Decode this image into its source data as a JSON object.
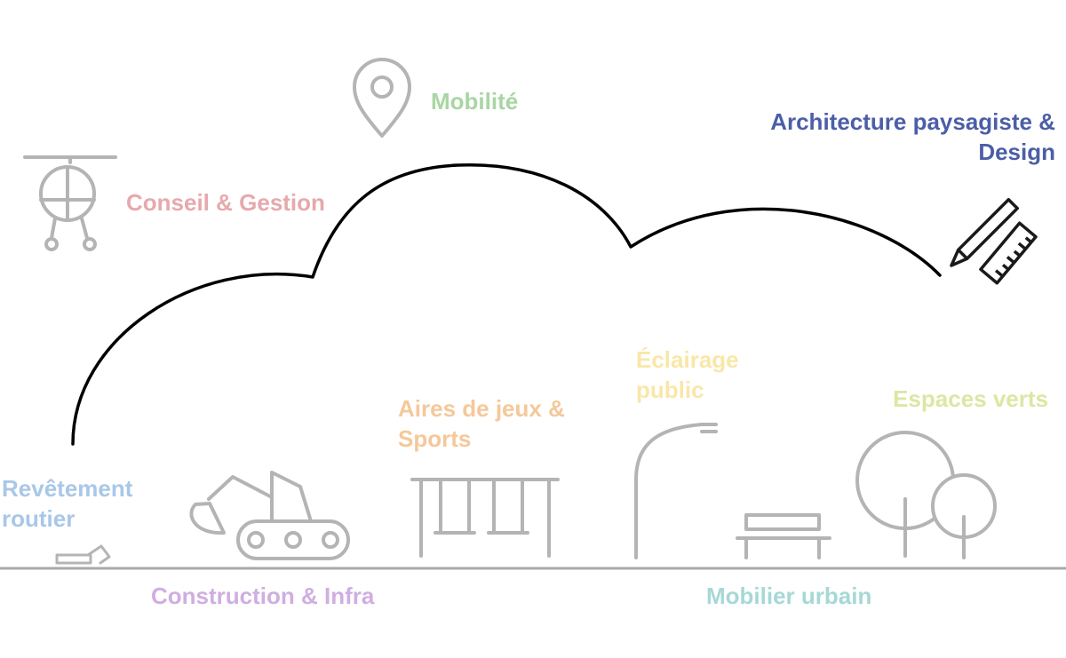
{
  "colors": {
    "outline": "#000000",
    "icon_gray": "#b4b4b4",
    "ground": "#aaaaaa"
  },
  "categories": [
    {
      "id": "conseil",
      "lines": [
        "Conseil & Gestion"
      ],
      "color": "#e6a9ad",
      "icon": "helicopter-icon"
    },
    {
      "id": "mobilite",
      "lines": [
        "Mobilité"
      ],
      "color": "#a8d6a3",
      "icon": "map-pin-icon"
    },
    {
      "id": "architecture",
      "lines": [
        "Architecture paysagiste &",
        "Design"
      ],
      "color": "#4b5ea7",
      "icon": "pencil-ruler-icon"
    },
    {
      "id": "revetement",
      "lines": [
        "Revêtement",
        "routier"
      ],
      "color": "#a9c7e8",
      "icon": "road-surface-icon"
    },
    {
      "id": "construction",
      "lines": [
        "Construction & Infra"
      ],
      "color": "#cfaee0",
      "icon": "excavator-icon"
    },
    {
      "id": "aires",
      "lines": [
        "Aires de jeux &",
        "Sports"
      ],
      "color": "#f5c89a",
      "icon": "swing-set-icon"
    },
    {
      "id": "eclairage",
      "lines": [
        "Éclairage",
        "public"
      ],
      "color": "#f9e7a8",
      "icon": "street-lamp-icon"
    },
    {
      "id": "mobilier",
      "lines": [
        "Mobilier urbain"
      ],
      "color": "#a6d8d6",
      "icon": "bench-icon"
    },
    {
      "id": "espaces",
      "lines": [
        "Espaces verts"
      ],
      "color": "#dde6a3",
      "icon": "trees-icon"
    }
  ]
}
